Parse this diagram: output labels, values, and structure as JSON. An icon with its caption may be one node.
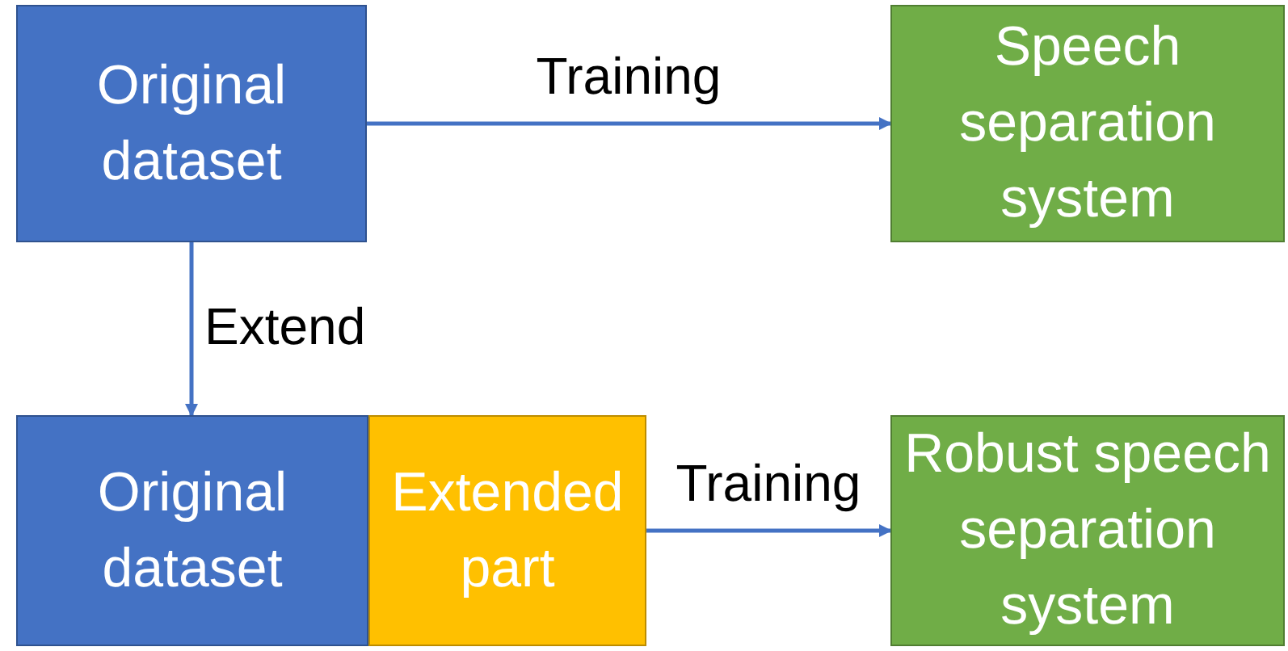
{
  "diagram": {
    "nodes": [
      {
        "text": [
          "Original dataset"
        ]
      },
      {
        "text": [
          "Speech separation system"
        ]
      },
      {
        "text": [
          "Original dataset"
        ]
      },
      {
        "text": [
          "Extended part"
        ]
      },
      {
        "text": [
          "Robust speech separation system"
        ]
      }
    ],
    "edges": [
      {
        "from": 0,
        "to": 1,
        "arrow": "to",
        "label": "Training"
      },
      {
        "from": 0,
        "to": 2,
        "arrow": "to",
        "label": "Extend"
      },
      {
        "from": 3,
        "to": 4,
        "arrow": "to",
        "label": "Training"
      }
    ]
  }
}
